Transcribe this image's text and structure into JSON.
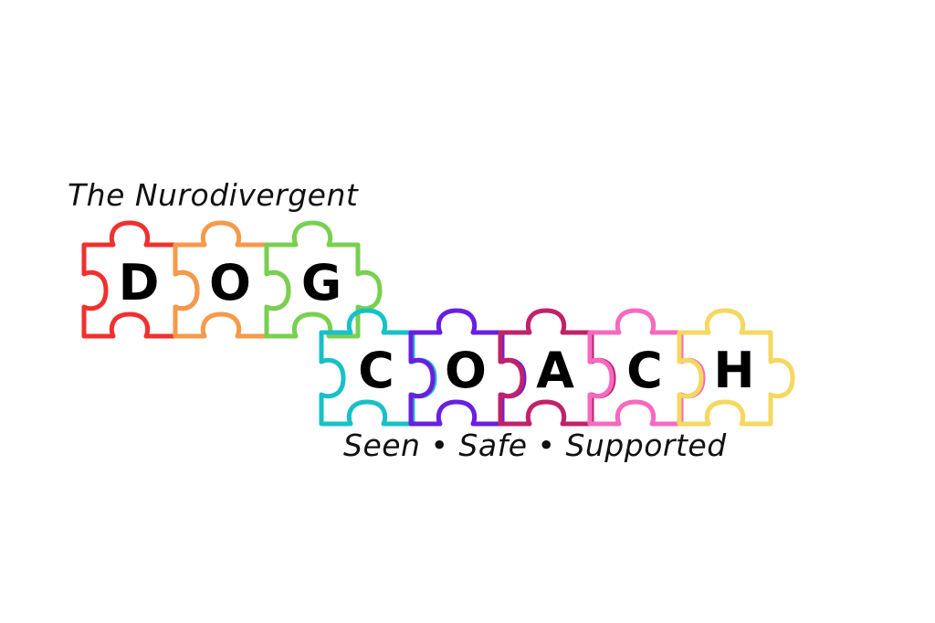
{
  "logo": {
    "tagline_top": "The Nurodivergent",
    "tagline_bottom": "Seen • Safe • Supported",
    "row1": [
      {
        "letter": "D",
        "color": "#f0302f"
      },
      {
        "letter": "O",
        "color": "#f59a4a"
      },
      {
        "letter": "G",
        "color": "#78d050"
      }
    ],
    "row2": [
      {
        "letter": "C",
        "color": "#18c0c8"
      },
      {
        "letter": "O",
        "color": "#6a1fe0"
      },
      {
        "letter": "A",
        "color": "#c0226a"
      },
      {
        "letter": "C",
        "color": "#f56ac0"
      },
      {
        "letter": "H",
        "color": "#f5d860"
      }
    ],
    "piece_icon": "puzzle-piece-icon"
  }
}
